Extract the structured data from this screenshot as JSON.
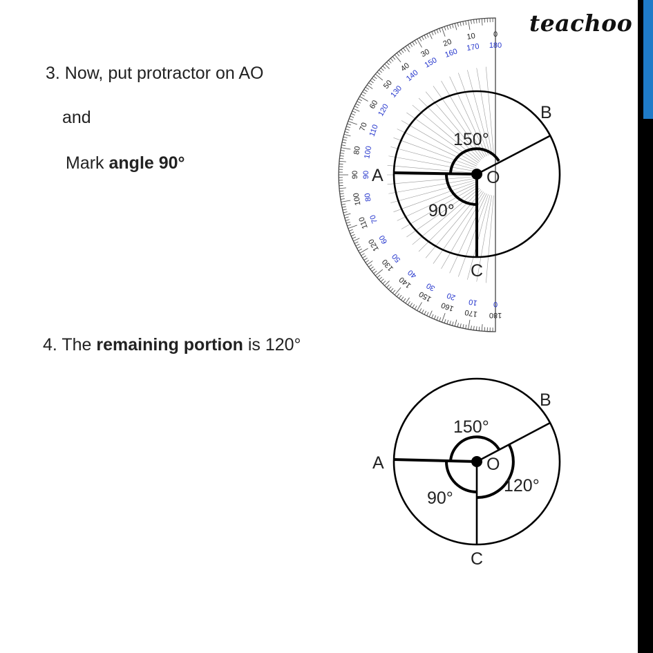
{
  "brand": {
    "logo_text": "teachoo"
  },
  "step3": {
    "line1": "3. Now, put protractor on AO",
    "line2": "and",
    "line3_prefix": "Mark ",
    "line3_bold": "angle 90°"
  },
  "step4": {
    "prefix": "4. The ",
    "bold": "remaining portion",
    "suffix": " is 120°"
  },
  "figure_top": {
    "labels": {
      "A": "A",
      "B": "B",
      "C": "C",
      "O": "O"
    },
    "angles": {
      "aob": "150°",
      "aoc": "90°"
    },
    "protractor": {
      "outer_scale": [
        "0",
        "10",
        "20",
        "30",
        "40",
        "50",
        "60",
        "70",
        "80",
        "90",
        "100",
        "110",
        "120",
        "130",
        "140",
        "150",
        "160",
        "170",
        "180"
      ],
      "inner_scale": [
        "180",
        "170",
        "160",
        "150",
        "140",
        "130",
        "120",
        "110",
        "100",
        "90",
        "80",
        "70",
        "60",
        "50",
        "40",
        "30",
        "20",
        "10",
        "0"
      ],
      "outer_color": "#222222",
      "inner_color": "#2233cc"
    }
  },
  "figure_bottom": {
    "labels": {
      "A": "A",
      "B": "B",
      "C": "C",
      "O": "O"
    },
    "angles": {
      "aob": "150°",
      "aoc": "90°",
      "boc": "120°"
    }
  }
}
